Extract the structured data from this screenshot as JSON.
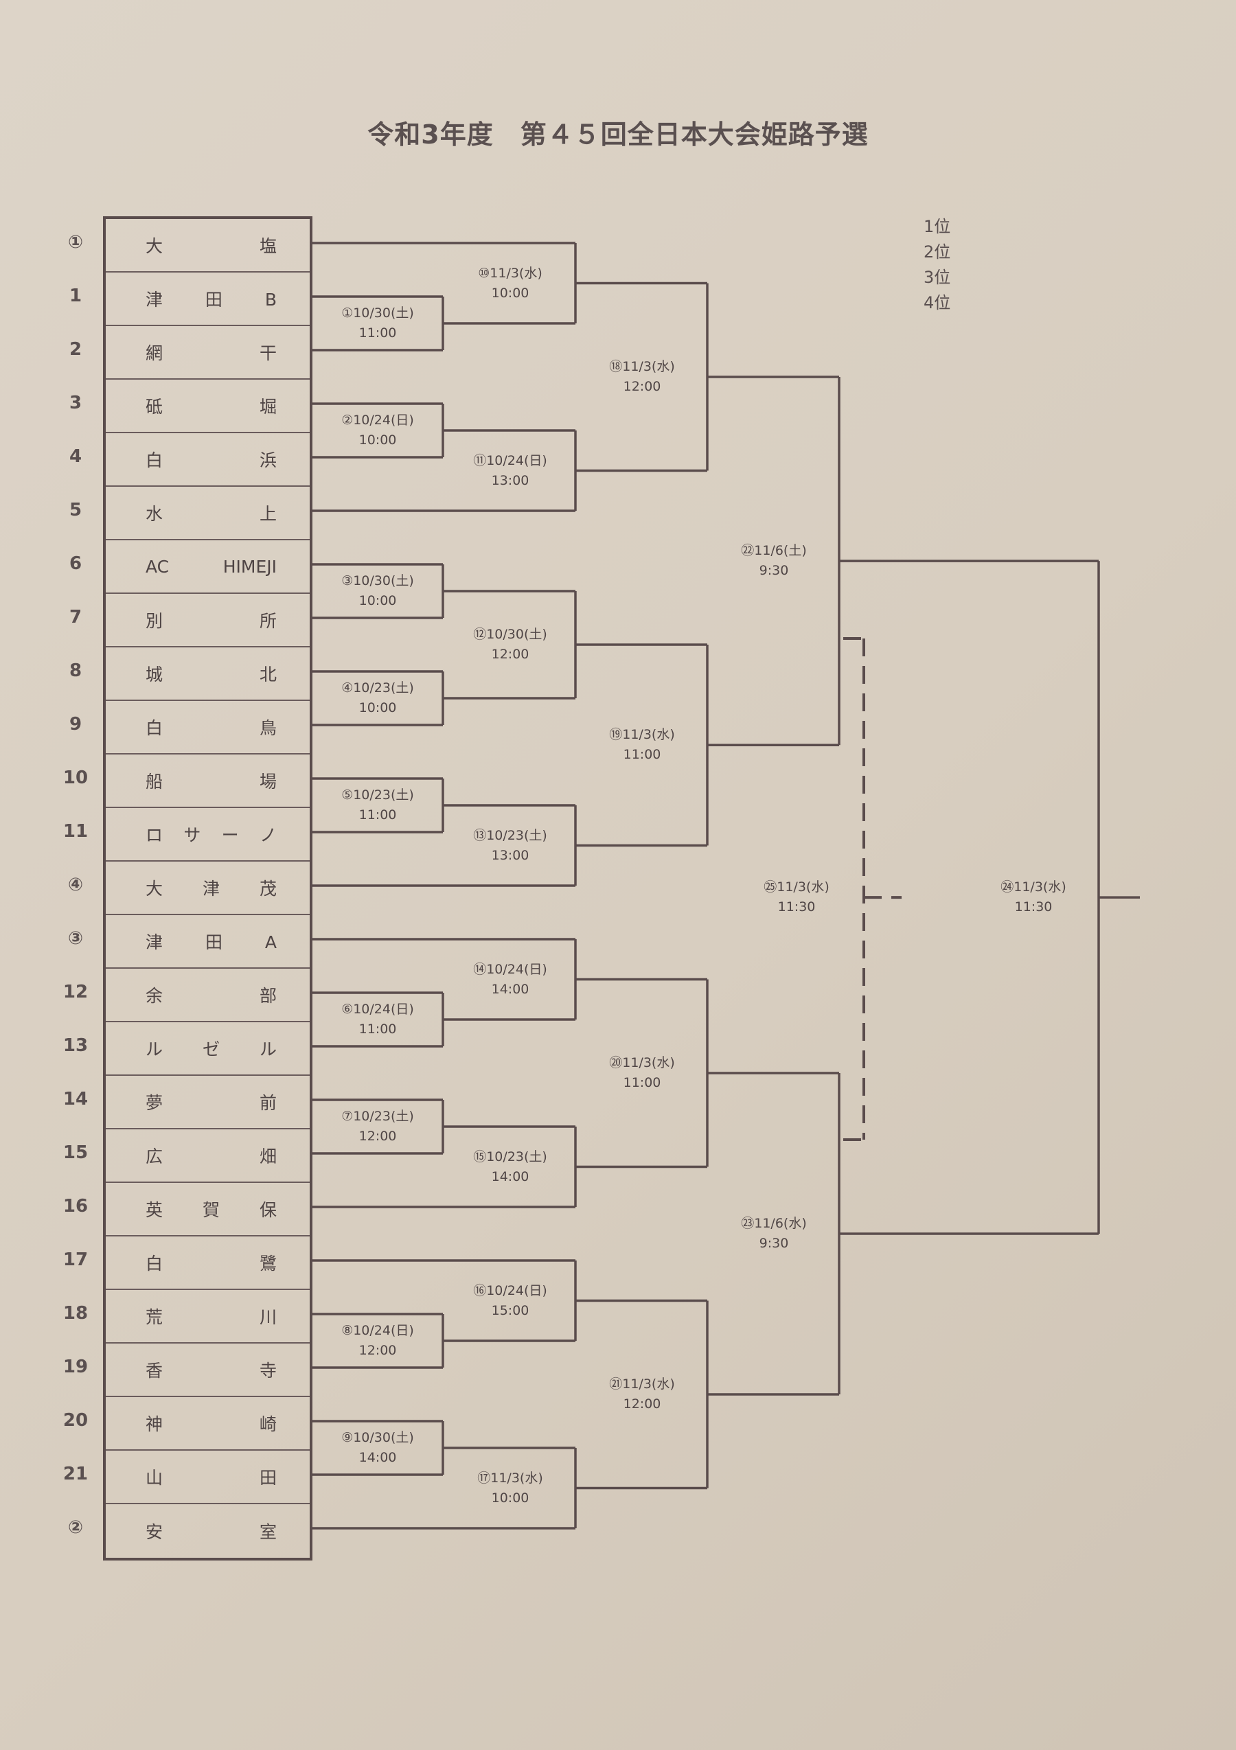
{
  "title": "令和3年度　第４５回全日本大会姫路予選",
  "ranking": [
    "1位",
    "2位",
    "3位",
    "4位"
  ],
  "teams": [
    {
      "seed": "①",
      "name": "大 塩"
    },
    {
      "seed": "1",
      "name": "津 田 B"
    },
    {
      "seed": "2",
      "name": "網 干"
    },
    {
      "seed": "3",
      "name": "砥 堀"
    },
    {
      "seed": "4",
      "name": "白 浜"
    },
    {
      "seed": "5",
      "name": "水 上"
    },
    {
      "seed": "6",
      "name": "AC HIMEJI"
    },
    {
      "seed": "7",
      "name": "別 所"
    },
    {
      "seed": "8",
      "name": "城 北"
    },
    {
      "seed": "9",
      "name": "白 鳥"
    },
    {
      "seed": "10",
      "name": "船 場"
    },
    {
      "seed": "11",
      "name": "ロ サ ー ノ"
    },
    {
      "seed": "④",
      "name": "大 津 茂"
    },
    {
      "seed": "③",
      "name": "津 田 A"
    },
    {
      "seed": "12",
      "name": "余 部"
    },
    {
      "seed": "13",
      "name": "ル ゼ ル"
    },
    {
      "seed": "14",
      "name": "夢 前"
    },
    {
      "seed": "15",
      "name": "広 畑"
    },
    {
      "seed": "16",
      "name": "英 賀 保"
    },
    {
      "seed": "17",
      "name": "白 鷺"
    },
    {
      "seed": "18",
      "name": "荒 川"
    },
    {
      "seed": "19",
      "name": "香 寺"
    },
    {
      "seed": "20",
      "name": "神 崎"
    },
    {
      "seed": "21",
      "name": "山 田"
    },
    {
      "seed": "②",
      "name": "安 室"
    }
  ],
  "matches": {
    "m1": {
      "label": "①10/30(土)",
      "time": "11:00"
    },
    "m2": {
      "label": "②10/24(日)",
      "time": "10:00"
    },
    "m3": {
      "label": "③10/30(土)",
      "time": "10:00"
    },
    "m4": {
      "label": "④10/23(土)",
      "time": "10:00"
    },
    "m5": {
      "label": "⑤10/23(土)",
      "time": "11:00"
    },
    "m6": {
      "label": "⑥10/24(日)",
      "time": "11:00"
    },
    "m7": {
      "label": "⑦10/23(土)",
      "time": "12:00"
    },
    "m8": {
      "label": "⑧10/24(日)",
      "time": "12:00"
    },
    "m9": {
      "label": "⑨10/30(土)",
      "time": "14:00"
    },
    "m10": {
      "label": "⑩11/3(水)",
      "time": "10:00"
    },
    "m11": {
      "label": "⑪10/24(日)",
      "time": "13:00"
    },
    "m12": {
      "label": "⑫10/30(土)",
      "time": "12:00"
    },
    "m13": {
      "label": "⑬10/23(土)",
      "time": "13:00"
    },
    "m14": {
      "label": "⑭10/24(日)",
      "time": "14:00"
    },
    "m15": {
      "label": "⑮10/23(土)",
      "time": "14:00"
    },
    "m16": {
      "label": "⑯10/24(日)",
      "time": "15:00"
    },
    "m17": {
      "label": "⑰11/3(水)",
      "time": "10:00"
    },
    "m18": {
      "label": "⑱11/3(水)",
      "time": "12:00"
    },
    "m19": {
      "label": "⑲11/3(水)",
      "time": "11:00"
    },
    "m20": {
      "label": "⑳11/3(水)",
      "time": "11:00"
    },
    "m21": {
      "label": "㉑11/3(水)",
      "time": "12:00"
    },
    "m22": {
      "label": "㉒11/6(土)",
      "time": "9:30"
    },
    "m23": {
      "label": "㉓11/6(水)",
      "time": "9:30"
    },
    "m24": {
      "label": "㉔11/3(水)",
      "time": "11:30"
    },
    "m25": {
      "label": "㉕11/3(水)",
      "time": "11:30"
    }
  }
}
